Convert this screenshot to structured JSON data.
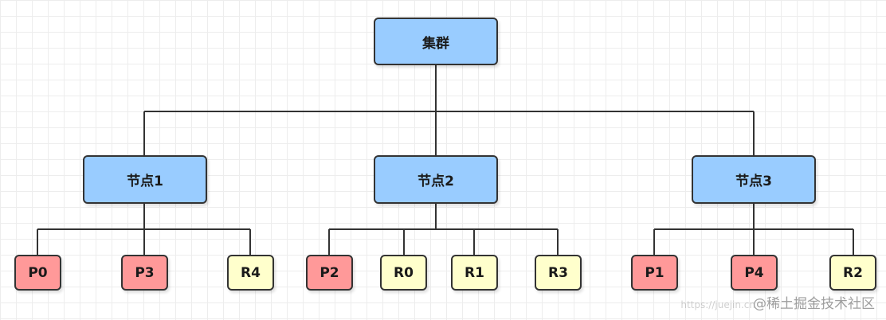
{
  "diagram": {
    "root": {
      "label": "集群"
    },
    "nodes": [
      {
        "label": "节点1",
        "shards": [
          {
            "label": "P0",
            "kind": "primary"
          },
          {
            "label": "P3",
            "kind": "primary"
          },
          {
            "label": "R4",
            "kind": "replica"
          }
        ]
      },
      {
        "label": "节点2",
        "shards": [
          {
            "label": "P2",
            "kind": "primary"
          },
          {
            "label": "R0",
            "kind": "replica"
          },
          {
            "label": "R1",
            "kind": "replica"
          },
          {
            "label": "R3",
            "kind": "replica"
          }
        ]
      },
      {
        "label": "节点3",
        "shards": [
          {
            "label": "P1",
            "kind": "primary"
          },
          {
            "label": "P4",
            "kind": "primary"
          },
          {
            "label": "R2",
            "kind": "replica"
          }
        ]
      }
    ]
  },
  "colors": {
    "box_blue": "#99ccff",
    "box_primary": "#ff9999",
    "box_replica": "#ffffcc",
    "stroke": "#333333"
  },
  "watermark": {
    "text": "@稀土掘金技术社区",
    "faint_text": "https://juejin.cn"
  }
}
